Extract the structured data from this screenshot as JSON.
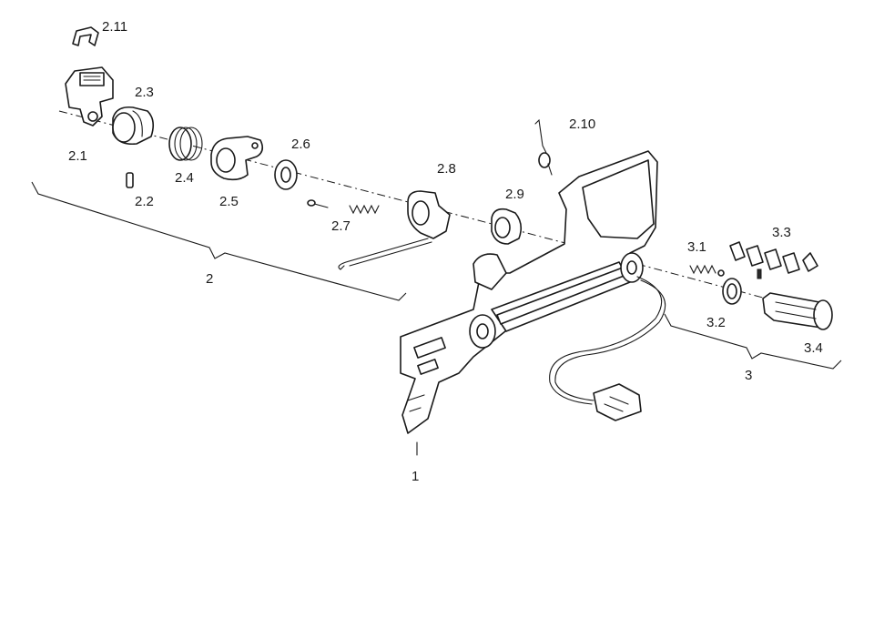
{
  "labels": {
    "l1": "1",
    "l2": "2",
    "l2_1": "2.1",
    "l2_2": "2.2",
    "l2_3": "2.3",
    "l2_4": "2.4",
    "l2_5": "2.5",
    "l2_6": "2.6",
    "l2_7": "2.7",
    "l2_8": "2.8",
    "l2_9": "2.9",
    "l2_10": "2.10",
    "l2_11": "2.11",
    "l3": "3",
    "l3_1": "3.1",
    "l3_2": "3.2",
    "l3_3": "3.3",
    "l3_4": "3.4"
  }
}
